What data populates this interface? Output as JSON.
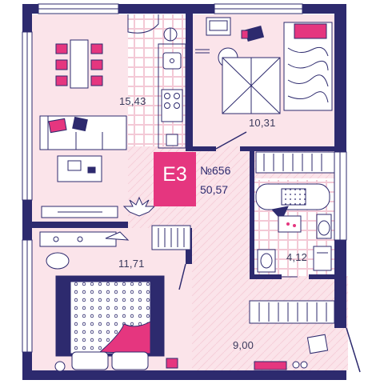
{
  "apartment": {
    "code": "E3",
    "number": "№656",
    "total_area": "50,57"
  },
  "rooms": [
    {
      "name": "living-kitchen",
      "area": "15,43"
    },
    {
      "name": "bedroom-top",
      "area": "10,31"
    },
    {
      "name": "bedroom-bottom",
      "area": "11,71"
    },
    {
      "name": "bathroom",
      "area": "4,12"
    },
    {
      "name": "hallway",
      "area": "9,00"
    }
  ],
  "colors": {
    "wall": "#2d2a6e",
    "floor_pink": "#fbe4ea",
    "floor_white": "#ffffff",
    "accent": "#e5367f",
    "line": "#3a3a5c"
  },
  "icons": [
    "dining-table-icon",
    "sofa-icon",
    "laptop-icon",
    "plant-icon",
    "bed-icon",
    "bathtub-icon",
    "toilet-icon",
    "washbasin-icon",
    "stove-icon",
    "sink-icon",
    "door-icon",
    "window-icon"
  ]
}
